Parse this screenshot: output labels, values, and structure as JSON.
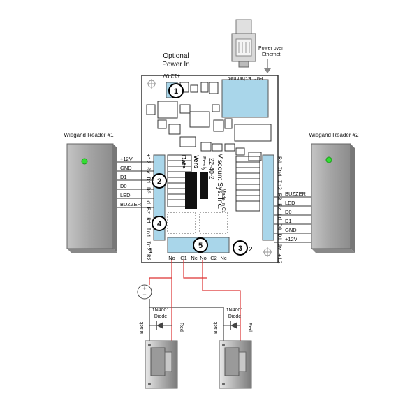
{
  "optional_power": {
    "line1": "Optional",
    "line2": "Power In"
  },
  "poe": {
    "line1": "Power over",
    "line2": "Ethernet"
  },
  "board": {
    "top_label": "+12 0v",
    "pwr_ethernet": "Pwr Ethernet",
    "left_pins": "+12 0v D1 D0 Ld Bz R1 In1 In2 R2",
    "right_pins": "R4 In4 In3 R3 Bz Ld D0 D1 0v +12",
    "side_number_left": "1",
    "side_number_right": "2",
    "model": "22-40-2",
    "company": "Viscount Sys. Inc.",
    "ready": "Ready",
    "vers": "Vers",
    "date": "Date",
    "made_in": "Made in Canada",
    "relay_labels": [
      "No",
      "C1",
      "Nc",
      "No",
      "C2",
      "Nc"
    ]
  },
  "callouts": [
    "1",
    "2",
    "3",
    "4",
    "5"
  ],
  "reader1": {
    "title": "Wiegand Reader #1",
    "wires": [
      "+12V",
      "GND",
      "D1",
      "D0",
      "LED",
      "BUZZER"
    ]
  },
  "reader2": {
    "title": "Wiegand Reader #2",
    "wires": [
      "BUZZER",
      "LED",
      "D0",
      "D1",
      "GND",
      "+12V"
    ]
  },
  "supply": {
    "plus": "+",
    "minus": "−"
  },
  "strike1": {
    "diode": [
      "1N4001",
      "Diode"
    ],
    "black": "Black",
    "red": "Red"
  },
  "strike2": {
    "diode": [
      "1N4001",
      "Diode"
    ],
    "black": "Black",
    "red": "Red"
  },
  "colors": {
    "board_blue": "#a9d6ea",
    "led_green": "#33dd33",
    "reader_grey": "#a7a7a7",
    "wire_red": "#dd3333"
  }
}
